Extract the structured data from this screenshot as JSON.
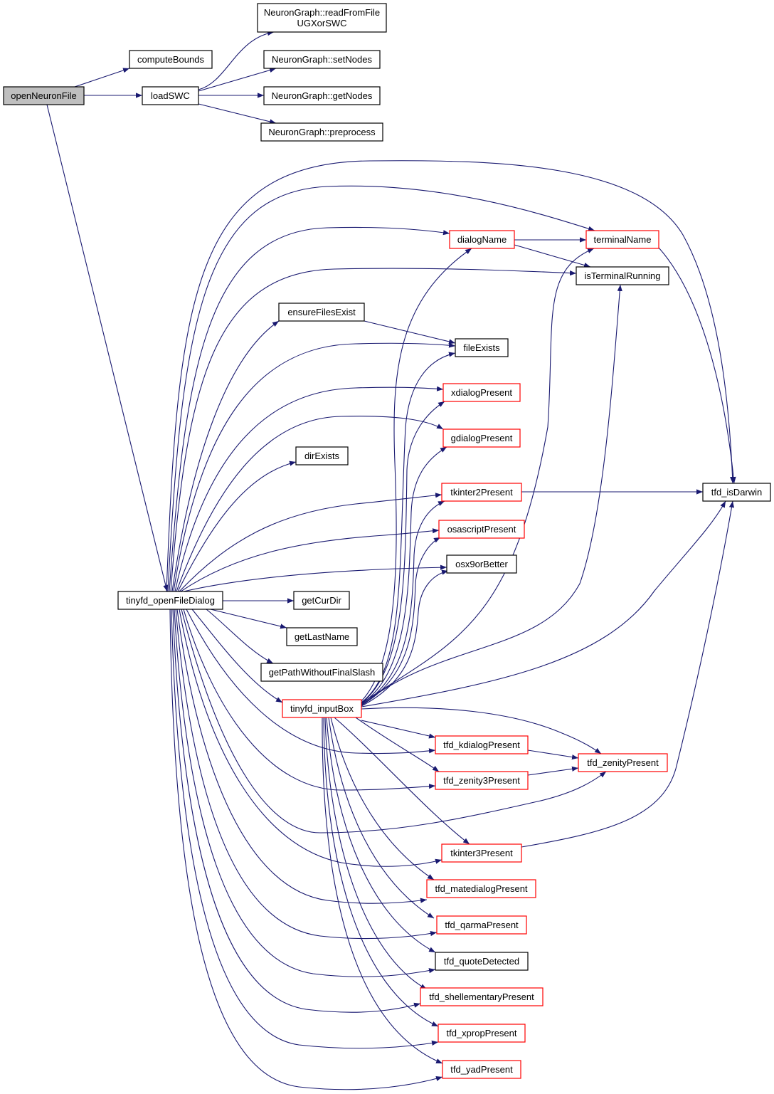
{
  "diagram": {
    "type": "call-graph",
    "colors": {
      "edge": "#191970",
      "current_fill": "#bfbfbf",
      "node_border": "#000000",
      "truncated_border": "#ff0000"
    },
    "nodes": [
      {
        "id": "openNeuronFile",
        "lines": [
          "openNeuronFile"
        ],
        "style": "current"
      },
      {
        "id": "computeBounds",
        "lines": [
          "computeBounds"
        ],
        "style": "normal"
      },
      {
        "id": "loadSWC",
        "lines": [
          "loadSWC"
        ],
        "style": "normal"
      },
      {
        "id": "readFromFile",
        "lines": [
          "NeuronGraph::readFromFile",
          "UGXorSWC"
        ],
        "style": "normal"
      },
      {
        "id": "setNodes",
        "lines": [
          "NeuronGraph::setNodes"
        ],
        "style": "normal"
      },
      {
        "id": "getNodes",
        "lines": [
          "NeuronGraph::getNodes"
        ],
        "style": "normal"
      },
      {
        "id": "preprocess",
        "lines": [
          "NeuronGraph::preprocess"
        ],
        "style": "normal"
      },
      {
        "id": "tinyfd_openFileDialog",
        "lines": [
          "tinyfd_openFileDialog"
        ],
        "style": "normal"
      },
      {
        "id": "dialogName",
        "lines": [
          "dialogName"
        ],
        "style": "red"
      },
      {
        "id": "terminalName",
        "lines": [
          "terminalName"
        ],
        "style": "red"
      },
      {
        "id": "isTerminalRunning",
        "lines": [
          "isTerminalRunning"
        ],
        "style": "normal"
      },
      {
        "id": "ensureFilesExist",
        "lines": [
          "ensureFilesExist"
        ],
        "style": "normal"
      },
      {
        "id": "fileExists",
        "lines": [
          "fileExists"
        ],
        "style": "normal"
      },
      {
        "id": "xdialogPresent",
        "lines": [
          "xdialogPresent"
        ],
        "style": "red"
      },
      {
        "id": "gdialogPresent",
        "lines": [
          "gdialogPresent"
        ],
        "style": "red"
      },
      {
        "id": "dirExists",
        "lines": [
          "dirExists"
        ],
        "style": "normal"
      },
      {
        "id": "tkinter2Present",
        "lines": [
          "tkinter2Present"
        ],
        "style": "red"
      },
      {
        "id": "tfd_isDarwin",
        "lines": [
          "tfd_isDarwin"
        ],
        "style": "normal"
      },
      {
        "id": "osascriptPresent",
        "lines": [
          "osascriptPresent"
        ],
        "style": "red"
      },
      {
        "id": "osx9orBetter",
        "lines": [
          "osx9orBetter"
        ],
        "style": "normal"
      },
      {
        "id": "getCurDir",
        "lines": [
          "getCurDir"
        ],
        "style": "normal"
      },
      {
        "id": "getLastName",
        "lines": [
          "getLastName"
        ],
        "style": "normal"
      },
      {
        "id": "getPathWithoutFinalSlash",
        "lines": [
          "getPathWithoutFinalSlash"
        ],
        "style": "normal"
      },
      {
        "id": "tinyfd_inputBox",
        "lines": [
          "tinyfd_inputBox"
        ],
        "style": "red"
      },
      {
        "id": "tfd_kdialogPresent",
        "lines": [
          "tfd_kdialogPresent"
        ],
        "style": "red"
      },
      {
        "id": "tfd_zenityPresent",
        "lines": [
          "tfd_zenityPresent"
        ],
        "style": "red"
      },
      {
        "id": "tfd_zenity3Present",
        "lines": [
          "tfd_zenity3Present"
        ],
        "style": "red"
      },
      {
        "id": "tkinter3Present",
        "lines": [
          "tkinter3Present"
        ],
        "style": "red"
      },
      {
        "id": "tfd_matedialogPresent",
        "lines": [
          "tfd_matedialogPresent"
        ],
        "style": "red"
      },
      {
        "id": "tfd_qarmaPresent",
        "lines": [
          "tfd_qarmaPresent"
        ],
        "style": "red"
      },
      {
        "id": "tfd_quoteDetected",
        "lines": [
          "tfd_quoteDetected"
        ],
        "style": "normal"
      },
      {
        "id": "tfd_shellementaryPresent",
        "lines": [
          "tfd_shellementaryPresent"
        ],
        "style": "red"
      },
      {
        "id": "tfd_xpropPresent",
        "lines": [
          "tfd_xpropPresent"
        ],
        "style": "red"
      },
      {
        "id": "tfd_yadPresent",
        "lines": [
          "tfd_yadPresent"
        ],
        "style": "red"
      }
    ],
    "edges": [
      [
        "openNeuronFile",
        "computeBounds"
      ],
      [
        "openNeuronFile",
        "loadSWC"
      ],
      [
        "openNeuronFile",
        "tinyfd_openFileDialog"
      ],
      [
        "loadSWC",
        "readFromFile"
      ],
      [
        "loadSWC",
        "setNodes"
      ],
      [
        "loadSWC",
        "getNodes"
      ],
      [
        "loadSWC",
        "preprocess"
      ],
      [
        "tinyfd_openFileDialog",
        "dialogName"
      ],
      [
        "tinyfd_openFileDialog",
        "terminalName"
      ],
      [
        "tinyfd_openFileDialog",
        "isTerminalRunning"
      ],
      [
        "tinyfd_openFileDialog",
        "tfd_isDarwin"
      ],
      [
        "tinyfd_openFileDialog",
        "ensureFilesExist"
      ],
      [
        "tinyfd_openFileDialog",
        "fileExists"
      ],
      [
        "tinyfd_openFileDialog",
        "xdialogPresent"
      ],
      [
        "tinyfd_openFileDialog",
        "gdialogPresent"
      ],
      [
        "tinyfd_openFileDialog",
        "dirExists"
      ],
      [
        "tinyfd_openFileDialog",
        "tkinter2Present"
      ],
      [
        "tinyfd_openFileDialog",
        "osascriptPresent"
      ],
      [
        "tinyfd_openFileDialog",
        "osx9orBetter"
      ],
      [
        "tinyfd_openFileDialog",
        "getCurDir"
      ],
      [
        "tinyfd_openFileDialog",
        "getLastName"
      ],
      [
        "tinyfd_openFileDialog",
        "getPathWithoutFinalSlash"
      ],
      [
        "tinyfd_openFileDialog",
        "tinyfd_inputBox"
      ],
      [
        "tinyfd_openFileDialog",
        "tfd_kdialogPresent"
      ],
      [
        "tinyfd_openFileDialog",
        "tfd_zenity3Present"
      ],
      [
        "tinyfd_openFileDialog",
        "tfd_zenityPresent"
      ],
      [
        "tinyfd_openFileDialog",
        "tkinter3Present"
      ],
      [
        "tinyfd_openFileDialog",
        "tfd_matedialogPresent"
      ],
      [
        "tinyfd_openFileDialog",
        "tfd_qarmaPresent"
      ],
      [
        "tinyfd_openFileDialog",
        "tfd_quoteDetected"
      ],
      [
        "tinyfd_openFileDialog",
        "tfd_shellementaryPresent"
      ],
      [
        "tinyfd_openFileDialog",
        "tfd_xpropPresent"
      ],
      [
        "tinyfd_openFileDialog",
        "tfd_yadPresent"
      ],
      [
        "dialogName",
        "terminalName"
      ],
      [
        "dialogName",
        "isTerminalRunning"
      ],
      [
        "terminalName",
        "tfd_isDarwin"
      ],
      [
        "ensureFilesExist",
        "fileExists"
      ],
      [
        "tkinter2Present",
        "tfd_isDarwin"
      ],
      [
        "tinyfd_inputBox",
        "dialogName"
      ],
      [
        "tinyfd_inputBox",
        "terminalName"
      ],
      [
        "tinyfd_inputBox",
        "isTerminalRunning"
      ],
      [
        "tinyfd_inputBox",
        "fileExists"
      ],
      [
        "tinyfd_inputBox",
        "xdialogPresent"
      ],
      [
        "tinyfd_inputBox",
        "gdialogPresent"
      ],
      [
        "tinyfd_inputBox",
        "tkinter2Present"
      ],
      [
        "tinyfd_inputBox",
        "osascriptPresent"
      ],
      [
        "tinyfd_inputBox",
        "osx9orBetter"
      ],
      [
        "tinyfd_inputBox",
        "tfd_isDarwin"
      ],
      [
        "tinyfd_inputBox",
        "tfd_kdialogPresent"
      ],
      [
        "tinyfd_inputBox",
        "tfd_zenityPresent"
      ],
      [
        "tinyfd_inputBox",
        "tfd_zenity3Present"
      ],
      [
        "tinyfd_inputBox",
        "tkinter3Present"
      ],
      [
        "tinyfd_inputBox",
        "tfd_matedialogPresent"
      ],
      [
        "tinyfd_inputBox",
        "tfd_qarmaPresent"
      ],
      [
        "tinyfd_inputBox",
        "tfd_quoteDetected"
      ],
      [
        "tinyfd_inputBox",
        "tfd_shellementaryPresent"
      ],
      [
        "tinyfd_inputBox",
        "tfd_xpropPresent"
      ],
      [
        "tinyfd_inputBox",
        "tfd_yadPresent"
      ],
      [
        "tfd_kdialogPresent",
        "tfd_zenityPresent"
      ],
      [
        "tfd_zenity3Present",
        "tfd_zenityPresent"
      ],
      [
        "tkinter3Present",
        "tfd_isDarwin"
      ]
    ]
  }
}
